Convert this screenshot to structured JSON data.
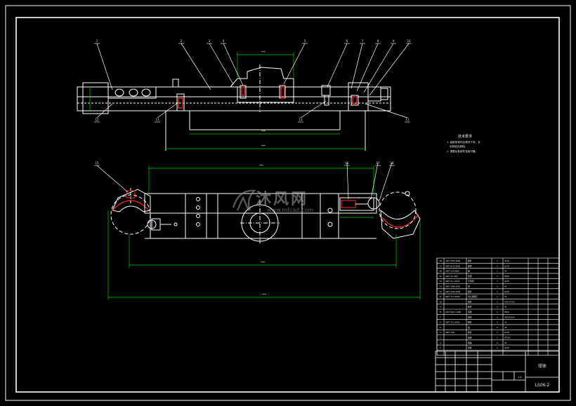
{
  "drawing": {
    "background_color": "#000000",
    "line_color": "#ffffff",
    "accent_color": "#ff2a2a",
    "green_color": "#00d000",
    "cyan_color": "#00c0c0"
  },
  "tech_requirements": {
    "title": "技术要求",
    "lines": [
      "1. 装配前零件应清洗干净，去",
      "毛刺锐边倒钝。",
      "2. 调整后各部件连接可靠。"
    ]
  },
  "balloons_top": [
    "1",
    "2",
    "3",
    "4",
    "5",
    "6",
    "7",
    "8",
    "9",
    "10"
  ],
  "balloons_bottom_left": [
    "12",
    "11",
    "13",
    "11"
  ],
  "balloons_front": [
    "15",
    "16",
    "17",
    "18"
  ],
  "watermark": {
    "brand": "沐风网",
    "url": "www.mfcad.com"
  },
  "title_block": {
    "part_name": "钳体",
    "drawing_number": "LS06-2",
    "scale": "1:2"
  },
  "bom_rows": [
    {
      "code": "GB/T 5783-2000",
      "name": "螺栓",
      "mat": "Q235"
    },
    {
      "code": "GB/T 6170-2000",
      "name": "螺母",
      "mat": "Q235"
    },
    {
      "code": "GB/T 119-2000",
      "name": "销",
      "mat": "45"
    },
    {
      "code": "GB/T 93-1987",
      "name": "垫圈",
      "mat": "65Mn"
    },
    {
      "code": "GB/T 97.1-2002",
      "name": "平垫圈",
      "mat": "Q235"
    },
    {
      "code": "GB/T 1096-2003",
      "name": "键",
      "mat": "45"
    },
    {
      "code": "GB/T 5782-2000",
      "name": "螺栓",
      "mat": "Q235"
    },
    {
      "code": "GB/T 70.1-2000",
      "name": "内六角螺钉",
      "mat": "35"
    },
    {
      "code": "",
      "name": "钳臂",
      "mat": "ZG270-500"
    },
    {
      "code": "",
      "name": "连杆",
      "mat": "45"
    },
    {
      "code": "GB/T 894.1-1986",
      "name": "挡圈",
      "mat": "65Mn"
    },
    {
      "code": "",
      "name": "钳块",
      "mat": "ZG270-500"
    },
    {
      "code": "GB/T 70.1-2000",
      "name": "螺钉",
      "mat": "35"
    },
    {
      "code": "",
      "name": "轴",
      "mat": "45"
    },
    {
      "code": "GB/T 5781",
      "name": "螺栓",
      "mat": "Q235"
    },
    {
      "code": "",
      "name": "底座",
      "mat": "HT200"
    },
    {
      "code": "",
      "name": "销轴",
      "mat": "45"
    },
    {
      "code": "",
      "name": "钳体",
      "mat": "Q235"
    }
  ]
}
